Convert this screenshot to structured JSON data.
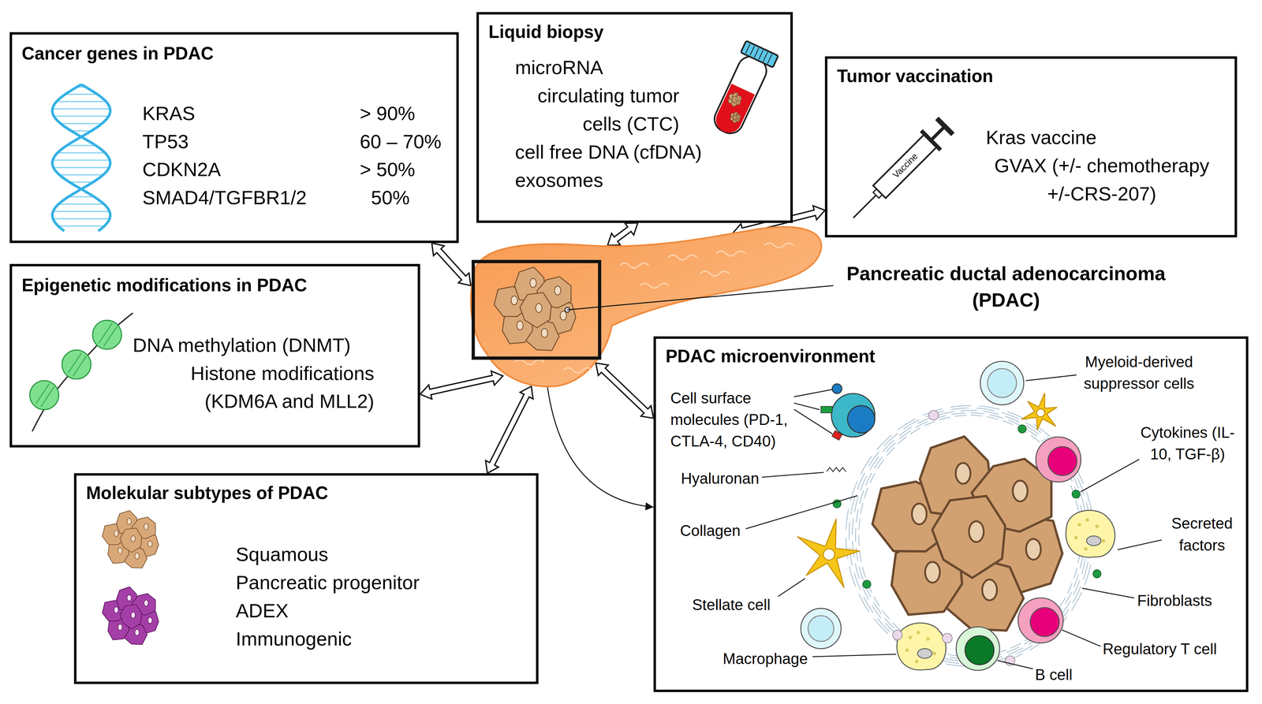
{
  "diagram": {
    "nodes": [
      {
        "text": [
          "Cancer genes in PDAC",
          "KRAS",
          "> 90%",
          "TP53",
          "60 – 70%",
          "CDKN2A",
          "> 50%",
          "SMAD4/TGFBR1/2",
          "50%"
        ]
      },
      {
        "text": [
          "Liquid biopsy",
          "microRNA",
          "circulating tumor cells (CTC)",
          "cell free DNA (cfDNA)",
          "exosomes"
        ]
      },
      {
        "text": [
          "Tumor vaccination",
          "Kras vaccine",
          "GVAX (+/- chemotherapy +/-CRS-207)"
        ]
      },
      {
        "text": [
          "Epigenetic modifications in PDAC",
          "DNA methylation (DNMT)",
          "Histone modifications (KDM6A and MLL2)"
        ]
      },
      {
        "text": [
          "Pancreatic ductal adenocarcinoma (PDAC)"
        ]
      },
      {
        "text": [
          "PDAC microenvironment",
          "Myeloid-derived suppressor cells",
          "Cell surface molecules (PD-1, CTLA-4, CD40)",
          "Cytokines (IL-10, TGF-β)",
          "Hyaluronan",
          "Collagen",
          "Secreted factors",
          "Stellate cell",
          "Fibroblasts",
          "Macrophage",
          "Regulatory T cell",
          "B cell"
        ]
      },
      {
        "text": [
          "Molekular subtypes of PDAC",
          "Squamous",
          "Pancreatic progenitor",
          "ADEX",
          "Immunogenic"
        ]
      }
    ],
    "edges": [
      {
        "from": 0,
        "to": 4,
        "arrow": "both"
      },
      {
        "from": 1,
        "to": 4,
        "arrow": "both"
      },
      {
        "from": 2,
        "to": 4,
        "arrow": "both"
      },
      {
        "from": 3,
        "to": 4,
        "arrow": "both"
      },
      {
        "from": 6,
        "to": 4,
        "arrow": "both"
      },
      {
        "from": 5,
        "to": 4,
        "arrow": "both"
      },
      {
        "from": 4,
        "to": 5,
        "arrow": "to"
      }
    ],
    "labels": [
      "Vaccine"
    ]
  }
}
